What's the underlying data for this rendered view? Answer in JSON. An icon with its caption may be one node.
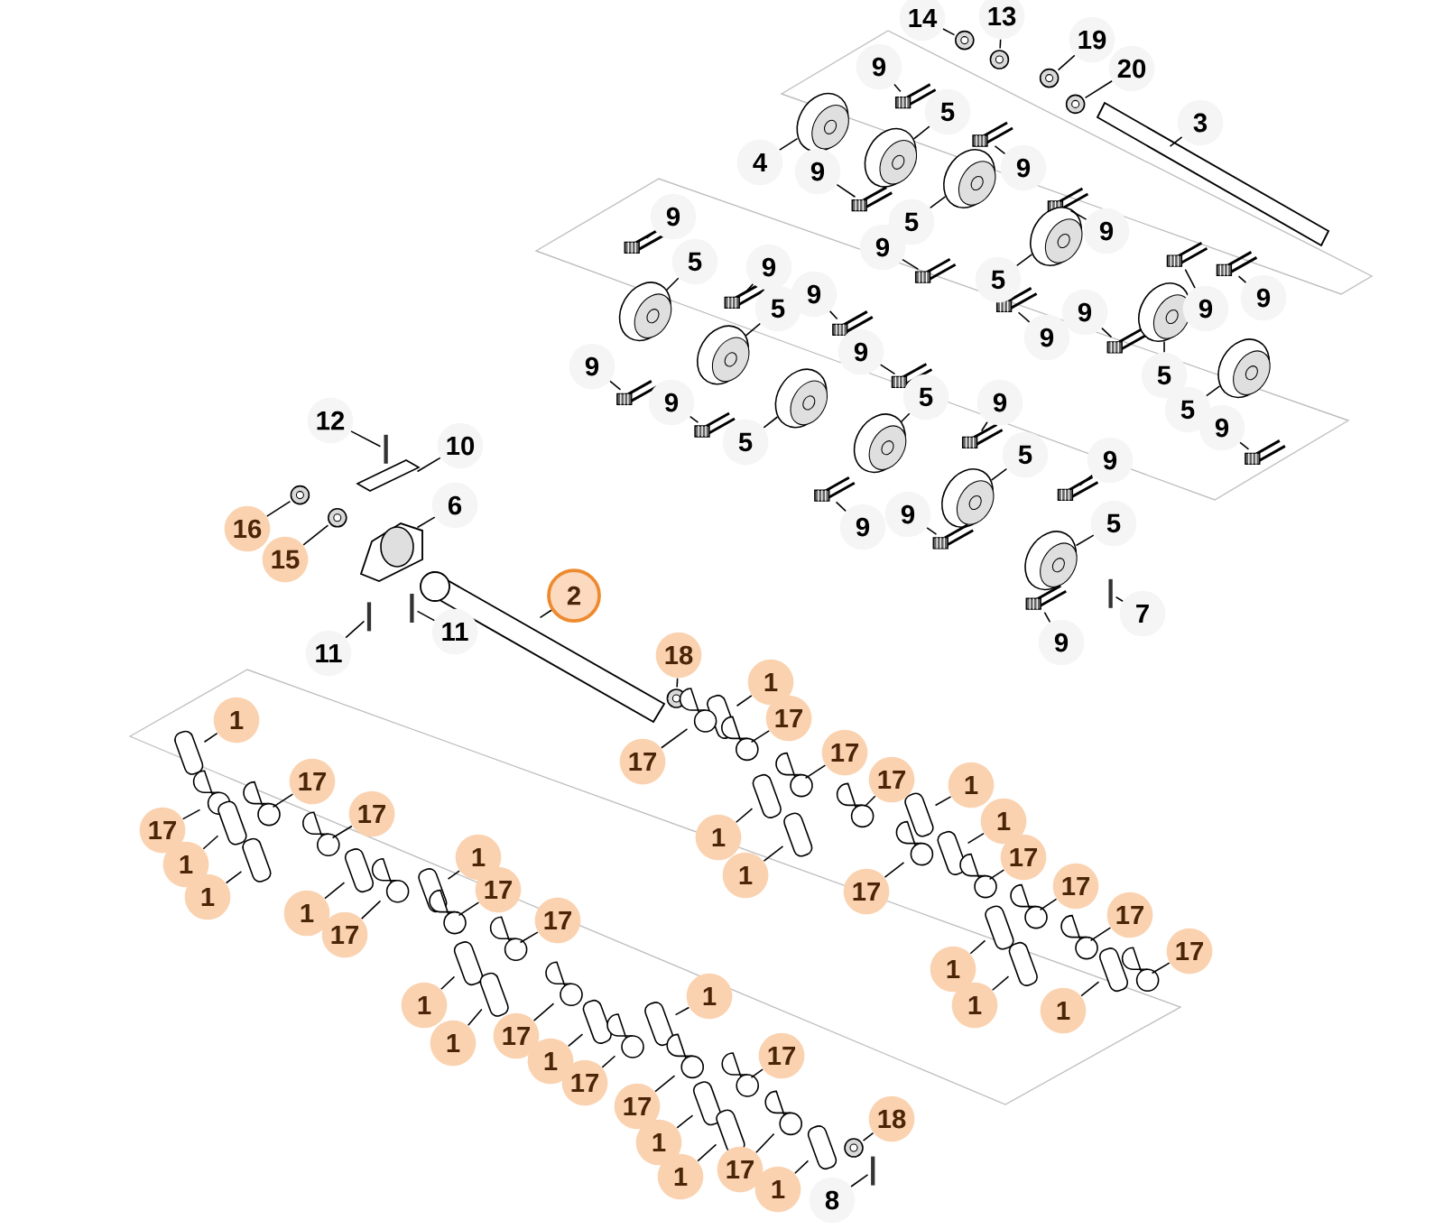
{
  "diagram": {
    "nodes": [
      {
        "text": [
          "14"
        ]
      },
      {
        "text": [
          "13"
        ]
      },
      {
        "text": [
          "19"
        ]
      },
      {
        "text": [
          "20"
        ]
      },
      {
        "text": [
          "3"
        ]
      },
      {
        "text": [
          "9"
        ]
      },
      {
        "text": [
          "5"
        ]
      },
      {
        "text": [
          "4"
        ]
      },
      {
        "text": [
          "9"
        ]
      },
      {
        "text": [
          "9"
        ]
      },
      {
        "text": [
          "5"
        ]
      },
      {
        "text": [
          "9"
        ]
      },
      {
        "text": [
          "9"
        ]
      },
      {
        "text": [
          "5"
        ]
      },
      {
        "text": [
          "9"
        ]
      },
      {
        "text": [
          "9"
        ]
      },
      {
        "text": [
          "9"
        ]
      },
      {
        "text": [
          "9"
        ]
      },
      {
        "text": [
          "5"
        ]
      },
      {
        "text": [
          "5"
        ]
      },
      {
        "text": [
          "9"
        ]
      },
      {
        "text": [
          "9"
        ]
      },
      {
        "text": [
          "9"
        ]
      },
      {
        "text": [
          "5"
        ]
      },
      {
        "text": [
          "9"
        ]
      },
      {
        "text": [
          "5"
        ]
      },
      {
        "text": [
          "9"
        ]
      },
      {
        "text": [
          "9"
        ]
      },
      {
        "text": [
          "5"
        ]
      },
      {
        "text": [
          "9"
        ]
      },
      {
        "text": [
          "9"
        ]
      },
      {
        "text": [
          "5"
        ]
      },
      {
        "text": [
          "5"
        ]
      },
      {
        "text": [
          "9"
        ]
      },
      {
        "text": [
          "9"
        ]
      },
      {
        "text": [
          "9"
        ]
      },
      {
        "text": [
          "5"
        ]
      },
      {
        "text": [
          "7"
        ]
      },
      {
        "text": [
          "9"
        ]
      },
      {
        "text": [
          "12"
        ]
      },
      {
        "text": [
          "10"
        ]
      },
      {
        "text": [
          "6"
        ]
      },
      {
        "text": [
          "16"
        ]
      },
      {
        "text": [
          "15"
        ]
      },
      {
        "text": [
          "2"
        ]
      },
      {
        "text": [
          "11"
        ]
      },
      {
        "text": [
          "11"
        ]
      },
      {
        "text": [
          "18"
        ]
      },
      {
        "text": [
          "1"
        ]
      },
      {
        "text": [
          "1"
        ]
      },
      {
        "text": [
          "17"
        ]
      },
      {
        "text": [
          "17"
        ]
      },
      {
        "text": [
          "17"
        ]
      },
      {
        "text": [
          "1"
        ]
      },
      {
        "text": [
          "17"
        ]
      },
      {
        "text": [
          "17"
        ]
      },
      {
        "text": [
          "17"
        ]
      },
      {
        "text": [
          "1"
        ]
      },
      {
        "text": [
          "17"
        ]
      },
      {
        "text": [
          "1"
        ]
      },
      {
        "text": [
          "17"
        ]
      },
      {
        "text": [
          "1"
        ]
      },
      {
        "text": [
          "1"
        ]
      },
      {
        "text": [
          "1"
        ]
      },
      {
        "text": [
          "17"
        ]
      },
      {
        "text": [
          "17"
        ]
      },
      {
        "text": [
          "17"
        ]
      },
      {
        "text": [
          "1"
        ]
      },
      {
        "text": [
          "1"
        ]
      },
      {
        "text": [
          "17"
        ]
      },
      {
        "text": [
          "17"
        ]
      },
      {
        "text": [
          "17"
        ]
      },
      {
        "text": [
          "17"
        ]
      },
      {
        "text": [
          "1"
        ]
      },
      {
        "text": [
          "1"
        ]
      },
      {
        "text": [
          "1"
        ]
      },
      {
        "text": [
          "1"
        ]
      },
      {
        "text": [
          "1"
        ]
      },
      {
        "text": [
          "17"
        ]
      },
      {
        "text": [
          "1"
        ]
      },
      {
        "text": [
          "1"
        ]
      },
      {
        "text": [
          "17"
        ]
      },
      {
        "text": [
          "17"
        ]
      },
      {
        "text": [
          "17"
        ]
      },
      {
        "text": [
          "18"
        ]
      },
      {
        "text": [
          "1"
        ]
      },
      {
        "text": [
          "17"
        ]
      },
      {
        "text": [
          "1"
        ]
      },
      {
        "text": [
          "1"
        ]
      },
      {
        "text": [
          "8"
        ]
      },
      {
        "text": [],
        "shape": "picture"
      },
      {
        "text": [],
        "shape": "picture"
      },
      {
        "text": [],
        "shape": "picture"
      },
      {
        "text": [],
        "shape": "picture"
      },
      {
        "text": [],
        "shape": "picture"
      },
      {
        "text": [],
        "shape": "picture"
      },
      {
        "text": [],
        "shape": "picture"
      },
      {
        "text": [],
        "shape": "picture"
      },
      {
        "text": [],
        "shape": "picture"
      },
      {
        "text": [],
        "shape": "picture"
      },
      {
        "text": [],
        "shape": "picture"
      },
      {
        "text": [],
        "shape": "picture"
      },
      {
        "text": [],
        "shape": "picture"
      },
      {
        "text": [],
        "shape": "picture"
      },
      {
        "text": [],
        "shape": "picture"
      },
      {
        "text": [],
        "shape": "picture"
      },
      {
        "text": [],
        "shape": "picture"
      },
      {
        "text": [],
        "shape": "picture"
      },
      {
        "text": [],
        "shape": "picture"
      },
      {
        "text": [],
        "shape": "picture"
      },
      {
        "text": [],
        "shape": "picture"
      },
      {
        "text": [],
        "shape": "picture"
      },
      {
        "text": [],
        "shape": "picture"
      },
      {
        "text": [],
        "shape": "picture"
      },
      {
        "text": [],
        "shape": "picture"
      },
      {
        "text": [],
        "shape": "picture"
      },
      {
        "text": [],
        "shape": "picture"
      },
      {
        "text": [],
        "shape": "picture"
      },
      {
        "text": [],
        "shape": "picture"
      },
      {
        "text": [],
        "shape": "picture"
      },
      {
        "text": [],
        "shape": "picture"
      },
      {
        "text": [],
        "shape": "picture"
      },
      {
        "text": [],
        "shape": "picture"
      },
      {
        "text": [],
        "shape": "picture"
      },
      {
        "text": [],
        "shape": "picture"
      },
      {
        "text": [],
        "shape": "picture"
      },
      {
        "text": [],
        "shape": "picture"
      },
      {
        "text": [],
        "shape": "picture"
      },
      {
        "text": [],
        "shape": "picture"
      },
      {
        "text": [],
        "shape": "picture"
      },
      {
        "text": [],
        "shape": "picture"
      },
      {
        "text": [],
        "shape": "picture"
      },
      {
        "text": [],
        "shape": "picture"
      },
      {
        "text": [],
        "shape": "picture"
      },
      {
        "text": [],
        "shape": "picture"
      },
      {
        "text": [],
        "shape": "picture"
      },
      {
        "text": [],
        "shape": "picture"
      },
      {
        "text": [],
        "shape": "picture"
      },
      {
        "text": [],
        "shape": "picture"
      },
      {
        "text": [],
        "shape": "picture"
      },
      {
        "text": [],
        "shape": "picture"
      },
      {
        "text": [],
        "shape": "picture"
      },
      {
        "text": [],
        "shape": "picture"
      },
      {
        "text": [],
        "shape": "picture"
      },
      {
        "text": [],
        "shape": "picture"
      },
      {
        "text": [],
        "shape": "picture"
      },
      {
        "text": [],
        "shape": "picture"
      },
      {
        "text": [],
        "shape": "picture"
      },
      {
        "text": [],
        "shape": "picture"
      },
      {
        "text": [],
        "shape": "picture"
      },
      {
        "text": [],
        "shape": "picture"
      },
      {
        "text": [],
        "shape": "picture"
      },
      {
        "text": [],
        "shape": "picture"
      },
      {
        "text": [],
        "shape": "picture"
      },
      {
        "text": [],
        "shape": "picture"
      },
      {
        "text": [],
        "shape": "picture"
      },
      {
        "text": [],
        "shape": "picture"
      },
      {
        "text": [],
        "shape": "picture"
      },
      {
        "text": [],
        "shape": "picture"
      },
      {
        "text": [],
        "shape": "picture"
      },
      {
        "text": [],
        "shape": "picture"
      },
      {
        "text": [],
        "shape": "picture"
      },
      {
        "text": [],
        "shape": "picture"
      },
      {
        "text": [],
        "shape": "picture"
      },
      {
        "text": [],
        "shape": "picture"
      },
      {
        "text": [],
        "shape": "picture"
      },
      {
        "text": [],
        "shape": "picture"
      },
      {
        "text": [],
        "shape": "picture"
      },
      {
        "text": [],
        "shape": "picture"
      },
      {
        "text": [],
        "shape": "picture"
      },
      {
        "text": [],
        "shape": "picture"
      },
      {
        "text": [],
        "shape": "picture"
      },
      {
        "text": [],
        "shape": "picture"
      },
      {
        "text": [],
        "shape": "picture"
      },
      {
        "text": [],
        "shape": "picture"
      },
      {
        "text": [],
        "shape": "picture"
      },
      {
        "text": [],
        "shape": "picture"
      },
      {
        "text": [],
        "shape": "picture"
      },
      {
        "text": [],
        "shape": "picture"
      },
      {
        "text": [],
        "shape": "picture"
      }
    ],
    "edges": [
      {
        "from": 0,
        "to": 90,
        "arrow": "none"
      },
      {
        "from": 1,
        "to": 91,
        "arrow": "none"
      },
      {
        "from": 2,
        "to": 92,
        "arrow": "none"
      },
      {
        "from": 3,
        "to": 93,
        "arrow": "none"
      },
      {
        "from": 4,
        "to": 94,
        "arrow": "none"
      },
      {
        "from": 5,
        "to": 95,
        "arrow": "none"
      },
      {
        "from": 6,
        "to": 96,
        "arrow": "none"
      },
      {
        "from": 7,
        "to": 97,
        "arrow": "none"
      },
      {
        "from": 8,
        "to": 98,
        "arrow": "none"
      },
      {
        "from": 9,
        "to": 99,
        "arrow": "none"
      },
      {
        "from": 10,
        "to": 100,
        "arrow": "none"
      },
      {
        "from": 11,
        "to": 101,
        "arrow": "none"
      },
      {
        "from": 12,
        "to": 102,
        "arrow": "none"
      },
      {
        "from": 13,
        "to": 103,
        "arrow": "none"
      },
      {
        "from": 14,
        "to": 104,
        "arrow": "none"
      },
      {
        "from": 15,
        "to": 105,
        "arrow": "none"
      },
      {
        "from": 16,
        "to": 106,
        "arrow": "none"
      },
      {
        "from": 17,
        "to": 107,
        "arrow": "none"
      },
      {
        "from": 18,
        "to": 108,
        "arrow": "none"
      },
      {
        "from": 19,
        "to": 109,
        "arrow": "none"
      },
      {
        "from": 20,
        "to": 110,
        "arrow": "none"
      },
      {
        "from": 21,
        "to": 111,
        "arrow": "none"
      },
      {
        "from": 22,
        "to": 112,
        "arrow": "none"
      },
      {
        "from": 23,
        "to": 113,
        "arrow": "none"
      },
      {
        "from": 24,
        "to": 114,
        "arrow": "none"
      },
      {
        "from": 25,
        "to": 115,
        "arrow": "none"
      },
      {
        "from": 26,
        "to": 116,
        "arrow": "none"
      },
      {
        "from": 27,
        "to": 117,
        "arrow": "none"
      },
      {
        "from": 28,
        "to": 118,
        "arrow": "none"
      },
      {
        "from": 29,
        "to": 119,
        "arrow": "none"
      },
      {
        "from": 30,
        "to": 120,
        "arrow": "none"
      },
      {
        "from": 31,
        "to": 121,
        "arrow": "none"
      },
      {
        "from": 32,
        "to": 122,
        "arrow": "none"
      },
      {
        "from": 33,
        "to": 123,
        "arrow": "none"
      },
      {
        "from": 34,
        "to": 124,
        "arrow": "none"
      },
      {
        "from": 35,
        "to": 125,
        "arrow": "none"
      },
      {
        "from": 36,
        "to": 126,
        "arrow": "none"
      },
      {
        "from": 37,
        "to": 127,
        "arrow": "none"
      },
      {
        "from": 38,
        "to": 128,
        "arrow": "none"
      },
      {
        "from": 39,
        "to": 129,
        "arrow": "none"
      },
      {
        "from": 40,
        "to": 130,
        "arrow": "none"
      },
      {
        "from": 41,
        "to": 131,
        "arrow": "none"
      },
      {
        "from": 42,
        "to": 132,
        "arrow": "none"
      },
      {
        "from": 43,
        "to": 133,
        "arrow": "none"
      },
      {
        "from": 44,
        "to": 134,
        "arrow": "none"
      },
      {
        "from": 45,
        "to": 135,
        "arrow": "none"
      },
      {
        "from": 46,
        "to": 136,
        "arrow": "none"
      },
      {
        "from": 47,
        "to": 137,
        "arrow": "none"
      },
      {
        "from": 48,
        "to": 138,
        "arrow": "none"
      },
      {
        "from": 49,
        "to": 139,
        "arrow": "none"
      },
      {
        "from": 50,
        "to": 140,
        "arrow": "none"
      },
      {
        "from": 51,
        "to": 141,
        "arrow": "none"
      },
      {
        "from": 52,
        "to": 142,
        "arrow": "none"
      },
      {
        "from": 53,
        "to": 143,
        "arrow": "none"
      },
      {
        "from": 54,
        "to": 144,
        "arrow": "none"
      },
      {
        "from": 55,
        "to": 145,
        "arrow": "none"
      },
      {
        "from": 56,
        "to": 146,
        "arrow": "none"
      },
      {
        "from": 57,
        "to": 147,
        "arrow": "none"
      },
      {
        "from": 58,
        "to": 148,
        "arrow": "none"
      },
      {
        "from": 59,
        "to": 149,
        "arrow": "none"
      },
      {
        "from": 60,
        "to": 150,
        "arrow": "none"
      },
      {
        "from": 61,
        "to": 151,
        "arrow": "none"
      },
      {
        "from": 62,
        "to": 152,
        "arrow": "none"
      },
      {
        "from": 63,
        "to": 153,
        "arrow": "none"
      },
      {
        "from": 64,
        "to": 154,
        "arrow": "none"
      },
      {
        "from": 65,
        "to": 155,
        "arrow": "none"
      },
      {
        "from": 66,
        "to": 156,
        "arrow": "none"
      },
      {
        "from": 67,
        "to": 157,
        "arrow": "none"
      },
      {
        "from": 68,
        "to": 158,
        "arrow": "none"
      },
      {
        "from": 69,
        "to": 159,
        "arrow": "none"
      },
      {
        "from": 70,
        "to": 160,
        "arrow": "none"
      },
      {
        "from": 71,
        "to": 161,
        "arrow": "none"
      },
      {
        "from": 72,
        "to": 162,
        "arrow": "none"
      },
      {
        "from": 73,
        "to": 163,
        "arrow": "none"
      },
      {
        "from": 74,
        "to": 164,
        "arrow": "none"
      },
      {
        "from": 75,
        "to": 165,
        "arrow": "none"
      },
      {
        "from": 76,
        "to": 166,
        "arrow": "none"
      },
      {
        "from": 77,
        "to": 167,
        "arrow": "none"
      },
      {
        "from": 78,
        "to": 168,
        "arrow": "none"
      },
      {
        "from": 79,
        "to": 169,
        "arrow": "none"
      },
      {
        "from": 80,
        "to": 170,
        "arrow": "none"
      },
      {
        "from": 81,
        "to": 171,
        "arrow": "none"
      },
      {
        "from": 82,
        "to": 172,
        "arrow": "none"
      },
      {
        "from": 83,
        "to": 173,
        "arrow": "none"
      },
      {
        "from": 84,
        "to": 174,
        "arrow": "none"
      },
      {
        "from": 85,
        "to": 175,
        "arrow": "none"
      },
      {
        "from": 86,
        "to": 176,
        "arrow": "none"
      },
      {
        "from": 87,
        "to": 177,
        "arrow": "none"
      },
      {
        "from": 88,
        "to": 178,
        "arrow": "none"
      },
      {
        "from": 89,
        "to": 179,
        "arrow": "none"
      }
    ]
  }
}
